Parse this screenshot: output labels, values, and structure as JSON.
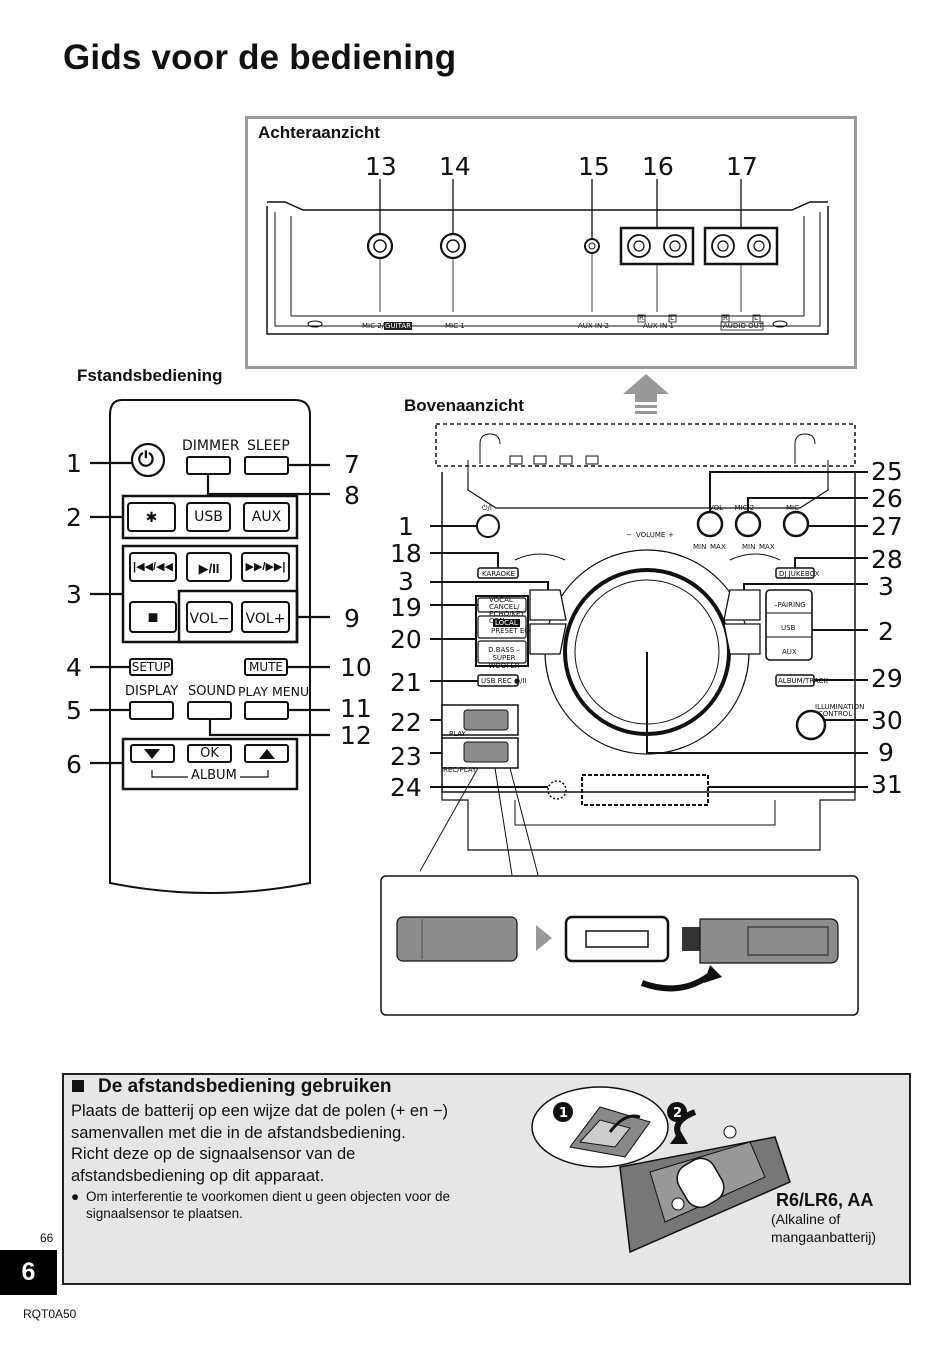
{
  "page": {
    "title": "Gids voor de bediening",
    "model": "RQT0A50",
    "page_number_small": "66",
    "page_number_tab": "6"
  },
  "sections": {
    "rear": "Achteraanzicht",
    "remote": "Fstandsbediening",
    "top": "Bovenaanzicht"
  },
  "rear_panel": {
    "callouts": [
      "13",
      "14",
      "15",
      "16",
      "17"
    ],
    "labels": {
      "mic2_prefix": "MIC 2/",
      "mic2_badge": "GUITAR",
      "mic1": "MIC 1",
      "aux_in2": "AUX IN 2",
      "aux_in1": "AUX IN 1",
      "audio_out": "AUDIO OUT",
      "r": "R",
      "l": "L"
    }
  },
  "remote": {
    "callouts_left": [
      "1",
      "2",
      "3",
      "4",
      "5",
      "6"
    ],
    "callouts_right": [
      "7",
      "8",
      "9",
      "10",
      "11",
      "12"
    ],
    "labels": {
      "dimmer": "DIMMER",
      "sleep": "SLEEP",
      "usb": "USB",
      "aux": "AUX",
      "vol_minus": "VOL−",
      "vol_plus": "VOL+",
      "setup": "SETUP",
      "mute": "MUTE",
      "display": "DISPLAY",
      "sound": "SOUND",
      "play_menu": "PLAY MENU",
      "ok": "OK",
      "album": "ALBUM",
      "prev": "|◀◀/◀◀",
      "play": "▶/II",
      "next": "▶▶/▶▶|",
      "stop": "■"
    }
  },
  "top_panel": {
    "callouts_left": [
      "1",
      "18",
      "3",
      "19",
      "20",
      "21",
      "22",
      "23",
      "24"
    ],
    "callouts_right": [
      "25",
      "26",
      "27",
      "28",
      "3",
      "2",
      "29",
      "30",
      "9",
      "31"
    ],
    "labels": {
      "volume": "VOLUME",
      "minus": "−",
      "plus": "+",
      "vol_mic2": "VOL — MIC 2",
      "mic_guitar": "MIC",
      "min": "MIN",
      "max": "MAX",
      "karaoke": "KARAOKE",
      "vocal_cancel": "VOCAL CANCEL/ ECHO/KEY CON",
      "local": "LOCAL",
      "preset_eq": "PRESET EQ",
      "dbass": "D.BASS –SUPER WOOFER",
      "usb_rec": "USB REC ●/II",
      "play1": "PLAY",
      "rec_play": "REC/PLAY",
      "dj_jukebox": "DJ JUKEBOX",
      "pairing": "–PAIRING",
      "usb": "USB",
      "aux": "AUX",
      "album_track": "ALBUM/TRACK",
      "illumination": "ILLUMINATION CONTROL",
      "power": "⏻/I"
    }
  },
  "remote_usage": {
    "heading": "De afstandsbediening gebruiken",
    "line1": "Plaats de batterij op een wijze dat de polen (+ en −)",
    "line2": "samenvallen met die in de afstandsbediening.",
    "line3": "Richt deze op de signaalsensor van de",
    "line4": "afstandsbediening op dit apparaat.",
    "bullet1": "Om interferentie te voorkomen dient u geen objecten voor de",
    "bullet2": "signaalsensor te plaatsen.",
    "battery_type": "R6/LR6, AA",
    "battery_sub1": "(Alkaline of",
    "battery_sub2": "mangaanbatterij)",
    "step1": "1",
    "step2": "2"
  },
  "colors": {
    "panel_border": "#9a9a9a",
    "box_bg": "#e6e6e6",
    "usb_grey": "#8c8c8c",
    "remote_grey": "#7a7a7a"
  }
}
